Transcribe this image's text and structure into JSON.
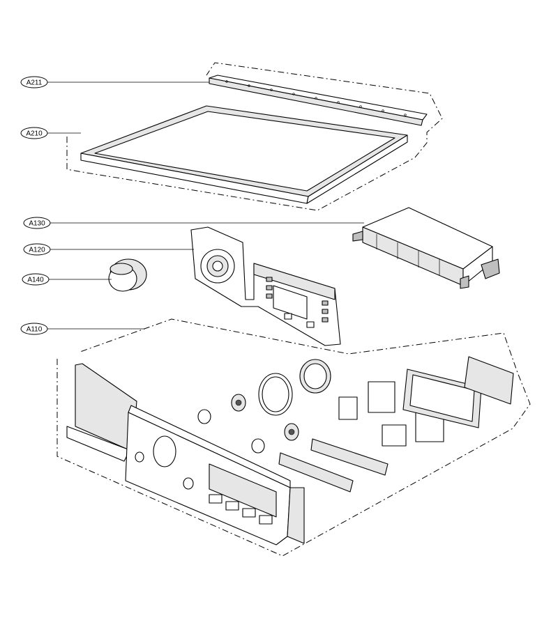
{
  "labels": [
    {
      "id": "A211",
      "text": "A211"
    },
    {
      "id": "A210",
      "text": "A210"
    },
    {
      "id": "A130",
      "text": "A130"
    },
    {
      "id": "A120",
      "text": "A120"
    },
    {
      "id": "A140",
      "text": "A140"
    },
    {
      "id": "A110",
      "text": "A110"
    }
  ]
}
